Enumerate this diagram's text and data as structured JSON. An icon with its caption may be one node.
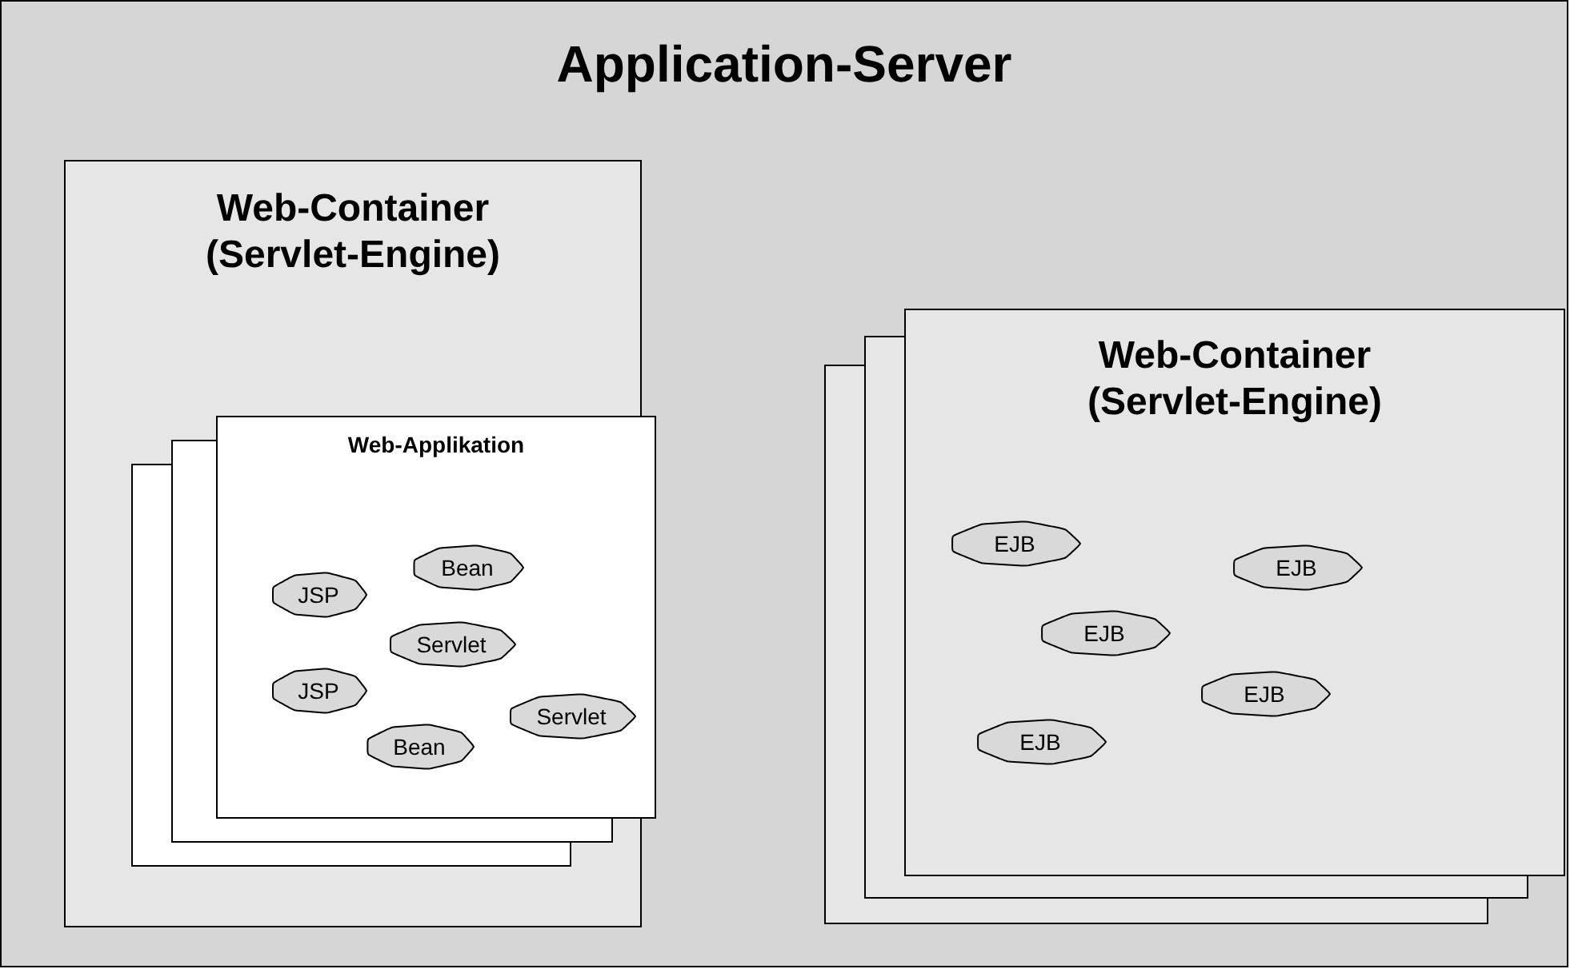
{
  "diagram": {
    "nodes": [
      {
        "text": [
          "Application-Server"
        ]
      },
      {
        "text": [
          "Web-Container (Servlet-Engine)"
        ],
        "in": 0
      },
      {
        "text": [
          "Web-Applikation"
        ],
        "in": 1
      },
      {
        "text": [
          "Bean"
        ],
        "in": 2
      },
      {
        "text": [
          "JSP"
        ],
        "in": 2
      },
      {
        "text": [
          "Servlet"
        ],
        "in": 2
      },
      {
        "text": [
          "JSP"
        ],
        "in": 2
      },
      {
        "text": [
          "Servlet"
        ],
        "in": 2
      },
      {
        "text": [
          "Bean"
        ],
        "in": 2
      },
      {
        "text": [
          "Web-Container (Servlet-Engine)"
        ],
        "in": 0
      },
      {
        "text": [
          "EJB"
        ],
        "in": 9
      },
      {
        "text": [
          "EJB"
        ],
        "in": 9
      },
      {
        "text": [
          "EJB"
        ],
        "in": 9
      },
      {
        "text": [
          "EJB"
        ],
        "in": 9
      },
      {
        "text": [
          "EJB"
        ],
        "in": 9
      }
    ],
    "edges": []
  }
}
